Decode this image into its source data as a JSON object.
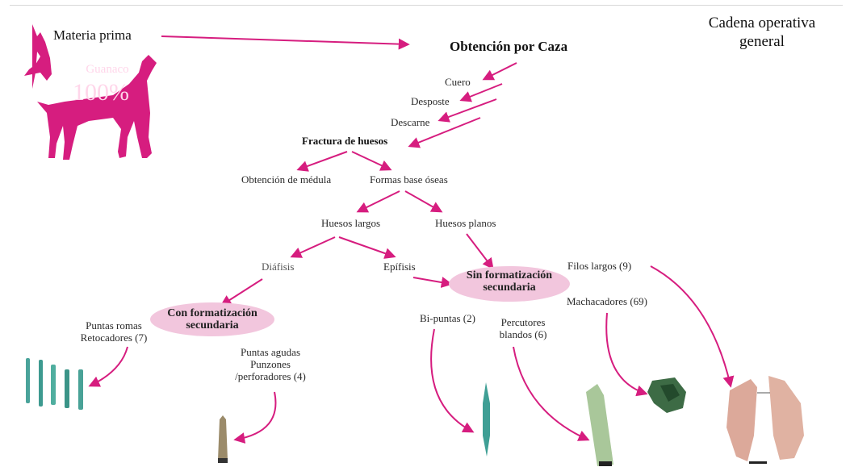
{
  "title": "Cadena operativa\ngeneral",
  "accent_color": "#d61d7f",
  "raw_material": {
    "label": "Materia prima",
    "animal": "Guanaco",
    "percent": "100%"
  },
  "hunting": "Obtención por Caza",
  "steps": [
    "Cuero",
    "Desposte",
    "Descarne"
  ],
  "fracture": "Fractura de huesos",
  "fracture_branches": [
    "Obtención de médula",
    "Formas base óseas"
  ],
  "bone_types": [
    "Huesos largos",
    "Huesos planos"
  ],
  "long_bone_parts": [
    "Diáfisis",
    "Epífisis"
  ],
  "con_formatizacion": "Con formatización\nsecundaria",
  "sin_formatizacion": "Sin formatización\nsecundaria",
  "con_products": [
    "Puntas romas\nRetocadores  (7)",
    "Puntas agudas\nPunzones\n/perforadores (4)"
  ],
  "sin_products": [
    "Bi-puntas (2)",
    "Percutores\nblandos (6)",
    "Machacadores (69)",
    "Filos largos (9)"
  ]
}
